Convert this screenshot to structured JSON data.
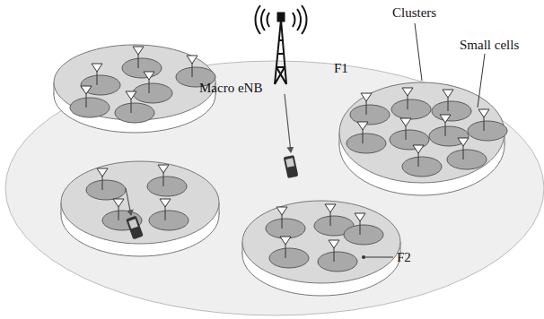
{
  "diagram": {
    "labels": [
      "Clusters",
      "Small cells",
      "Macro eNB",
      "F1",
      "F2"
    ]
  }
}
